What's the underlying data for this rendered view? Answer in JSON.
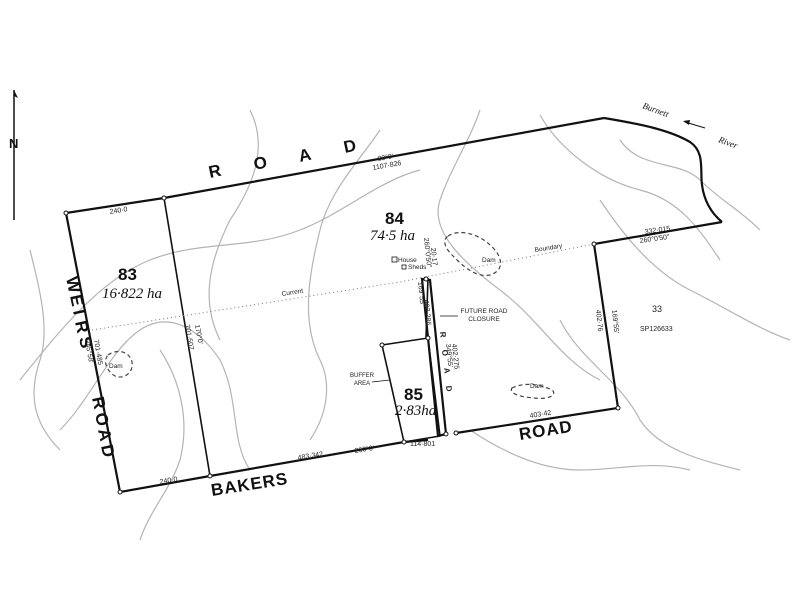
{
  "north": {
    "label": "N"
  },
  "roads": {
    "top": [
      "R",
      "O",
      "A",
      "D"
    ],
    "weirs": [
      "W",
      "E",
      "I",
      "R",
      "S"
    ],
    "weirs_road": [
      "R",
      "O",
      "A",
      "D"
    ],
    "bakers": "BAKERS",
    "right_road": "ROAD",
    "mini_road": [
      "R",
      "O",
      "A",
      "D"
    ]
  },
  "lots": [
    {
      "number": "83",
      "area": "16·822 ha"
    },
    {
      "number": "84",
      "area": "74·5 ha"
    },
    {
      "number": "85",
      "area": "2·83ha"
    },
    {
      "number": "33",
      "plan": "SP126633"
    }
  ],
  "river": {
    "name1": "Burnett",
    "name2": "River"
  },
  "labels": {
    "current": "Current",
    "boundary": "Boundary",
    "house": "House",
    "sheds": "Sheds",
    "future_road_closure": "FUTURE ROAD CLOSURE",
    "buffer_area": "BUFFER AREA",
    "dam1": "Dam",
    "dam2": "Dam",
    "dam3": "Dam"
  },
  "dimensions": {
    "top_bearing": "80°0'",
    "top_length": "1107·826",
    "lot83_top": "240·0",
    "lot83_bottom": "240·0",
    "lot83_west": "345°58'",
    "lot83_west_len": "701·485",
    "lot83_east": "170°0'",
    "lot83_east_len": "701·507",
    "bottom_len": "483·342",
    "bottom_bearing": "260°0'",
    "lot85_right": "114·801",
    "right_len": "332·015",
    "right_bearing": "260°0'50\"",
    "lot33_len": "402·76",
    "lot33_bearing": "169°55'",
    "road_bottom": "403·42",
    "road_len1": "402·275",
    "road_bearing1": "349°55'",
    "road_len2": "402·286",
    "road_bearing2": "169°55'",
    "road_top1": "260°0'50\"",
    "road_top2": "20·17"
  }
}
